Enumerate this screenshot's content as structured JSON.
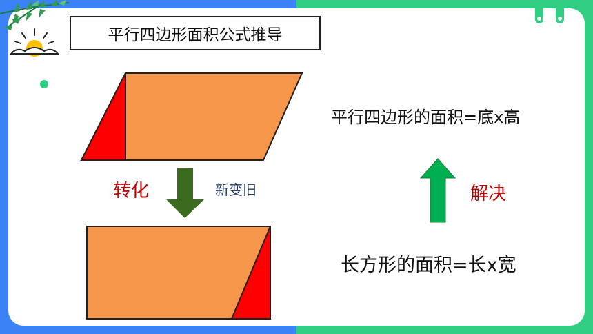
{
  "slide": {
    "title": "平行四边形面积公式推导",
    "label_transform": "转化",
    "label_new_old": "新变旧",
    "label_solve": "解决",
    "formula_parallelogram": "平行四边形的面积=底x高",
    "formula_rectangle": "长方形的面积=长x宽"
  },
  "colors": {
    "left_background": "#3b82f6",
    "right_background": "#2fce83",
    "shape_fill": "#f5964a",
    "triangle_fill": "#ff0000",
    "down_arrow": "#3a6b1f",
    "up_arrow": "#00b050",
    "red_text": "#c00000",
    "blue_text": "#1f3864"
  },
  "icons": [
    "palm-leaves-icon",
    "sun-icon",
    "down-arrow-icon",
    "up-arrow-icon"
  ]
}
